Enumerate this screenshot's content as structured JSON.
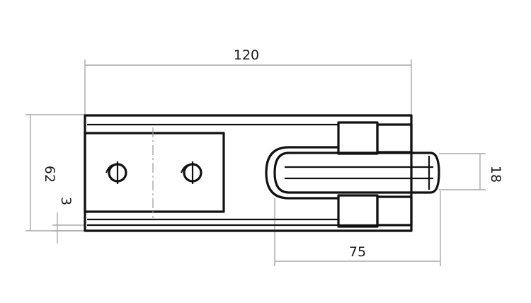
{
  "drawing": {
    "dimensions": {
      "overall_length": "120",
      "overall_height": "62",
      "plate_thickness": "3",
      "tab_height": "18",
      "tab_length": "75"
    },
    "colors": {
      "outline": "#111111",
      "dimension_line": "#a8a8a8",
      "background": "#ffffff"
    }
  }
}
